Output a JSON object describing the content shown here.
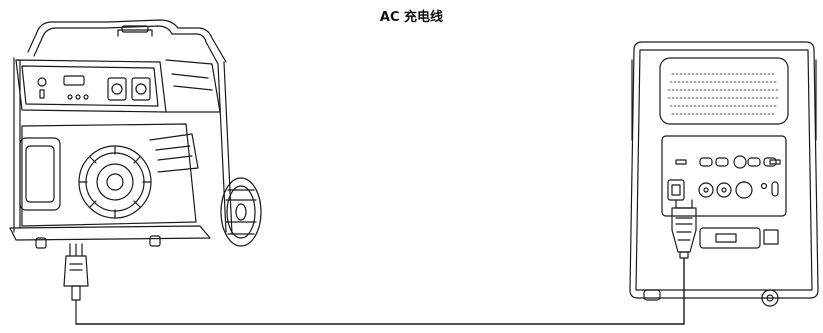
{
  "diagram": {
    "title": "AC 充电线",
    "nodes": [
      {
        "id": "generator",
        "icon": "portable-generator-icon"
      },
      {
        "id": "power-station",
        "icon": "portable-power-station-icon"
      }
    ],
    "edges": [
      {
        "from": "generator",
        "to": "power-station",
        "kind": "ac-charging-cable"
      }
    ]
  }
}
